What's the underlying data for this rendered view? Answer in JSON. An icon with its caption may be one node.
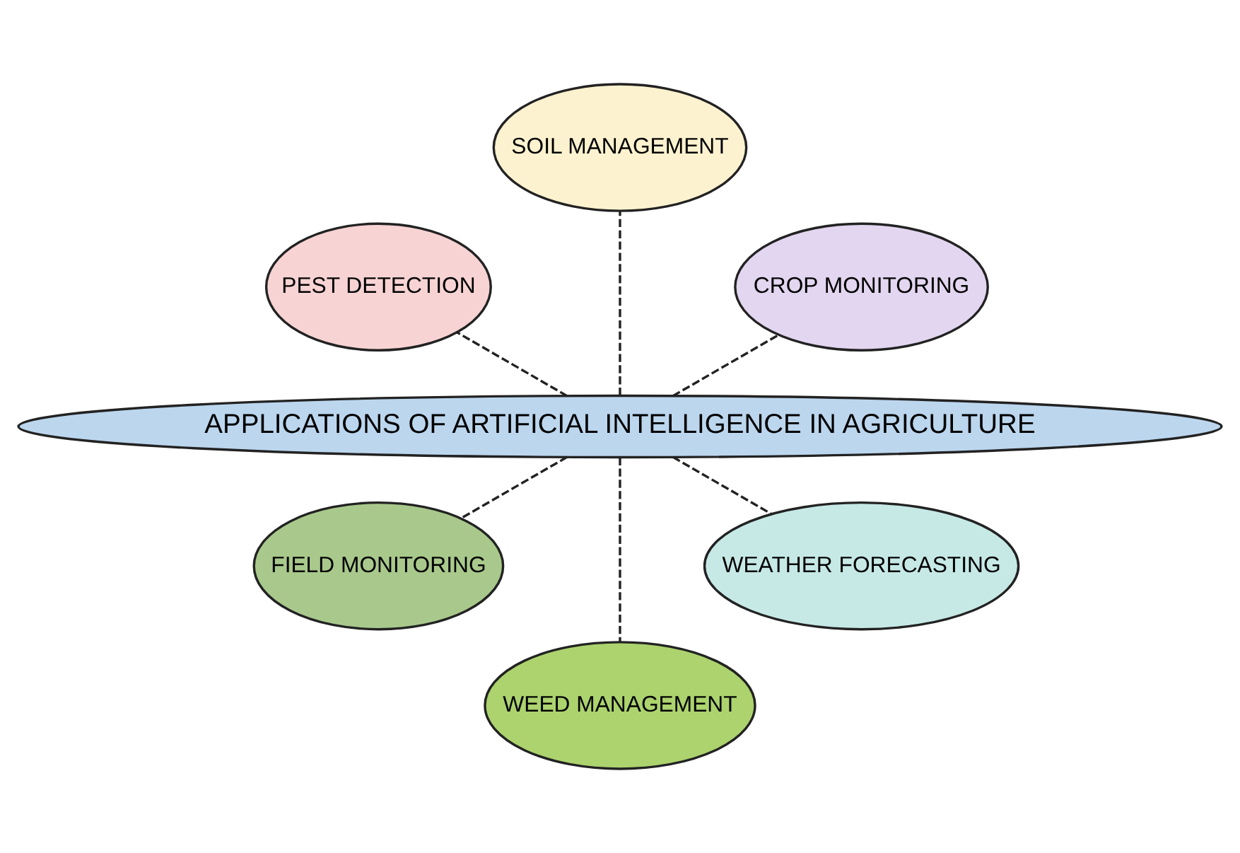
{
  "diagram": {
    "nodes": [
      {
        "text": [
          "CROP MONITORING"
        ]
      },
      {
        "text": [
          "SOIL MANAGEMENT"
        ]
      },
      {
        "text": [
          "PEST DETECTION"
        ]
      },
      {
        "text": [
          "APPLICATIONS OF ARTIFICIAL INTELLIGENCE IN AGRICULTURE"
        ]
      },
      {
        "text": [
          "FIELD MONITORING"
        ]
      },
      {
        "text": [
          "WEED MANAGEMENT"
        ]
      },
      {
        "text": [
          "WEATHER FORECASTING"
        ]
      }
    ],
    "edges": [
      {
        "from": 3,
        "to": 0,
        "arrow": "none",
        "style": "dashed"
      },
      {
        "from": 3,
        "to": 2,
        "arrow": "none",
        "style": "dashed"
      },
      {
        "from": 3,
        "to": 5,
        "arrow": "none",
        "style": "dashed"
      },
      {
        "from": 3,
        "to": 6,
        "arrow": "none",
        "style": "dashed"
      },
      {
        "from": 3,
        "to": 4,
        "arrow": "none",
        "style": "dashed"
      },
      {
        "from": 3,
        "to": 1,
        "arrow": "none",
        "style": "dashed"
      }
    ]
  }
}
